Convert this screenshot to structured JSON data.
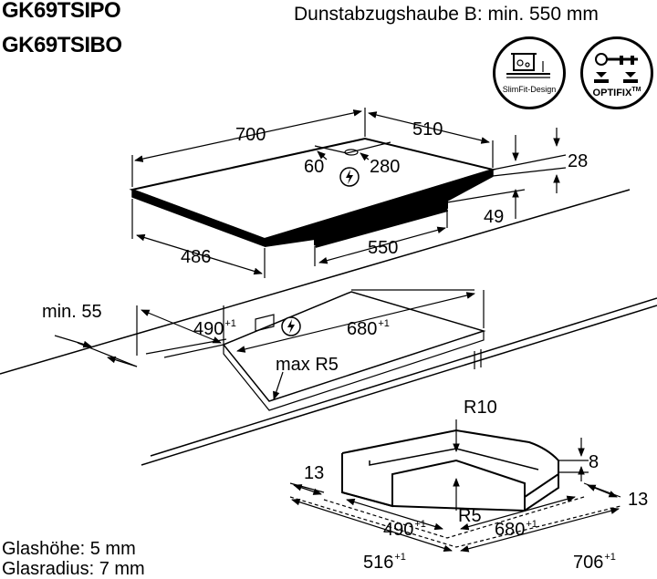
{
  "header": {
    "model_1": "GK69TSIPO",
    "model_2": "GK69TSIBO",
    "hood_note": "Dunstabzugshaube B: min. 550 mm"
  },
  "badges": {
    "slimfit": {
      "label": "SlimFit-Design",
      "icon": "slimfit-pot-icon"
    },
    "optifix": {
      "label": "OPTIFIX",
      "trademark": "TM",
      "icon": "optifix-clip-icon"
    }
  },
  "hob_dimensions": {
    "width": "700",
    "depth": "510",
    "thickness": "28",
    "under_depth": "486",
    "under_width": "550",
    "under_height": "49",
    "cable_left": "60",
    "cable_right": "280",
    "power_icon": "lightning-icon"
  },
  "cutout": {
    "min_edge": "min. 55",
    "depth": "490",
    "depth_tol": "+1",
    "width": "680",
    "width_tol": "+1",
    "radius": "max R5",
    "power_icon": "lightning-icon"
  },
  "detail": {
    "outer_radius": "R10",
    "inner_radius": "R5",
    "step_height": "8",
    "left_margin": "13",
    "right_margin": "13",
    "depth": "490",
    "depth_tol": "+1",
    "width": "680",
    "width_tol": "+1",
    "outer_depth": "516",
    "outer_depth_tol": "+1",
    "outer_width": "706",
    "outer_width_tol": "+1"
  },
  "glass": {
    "height_note": "Glashöhe: 5 mm",
    "radius_note": "Glasradius: 7 mm"
  }
}
